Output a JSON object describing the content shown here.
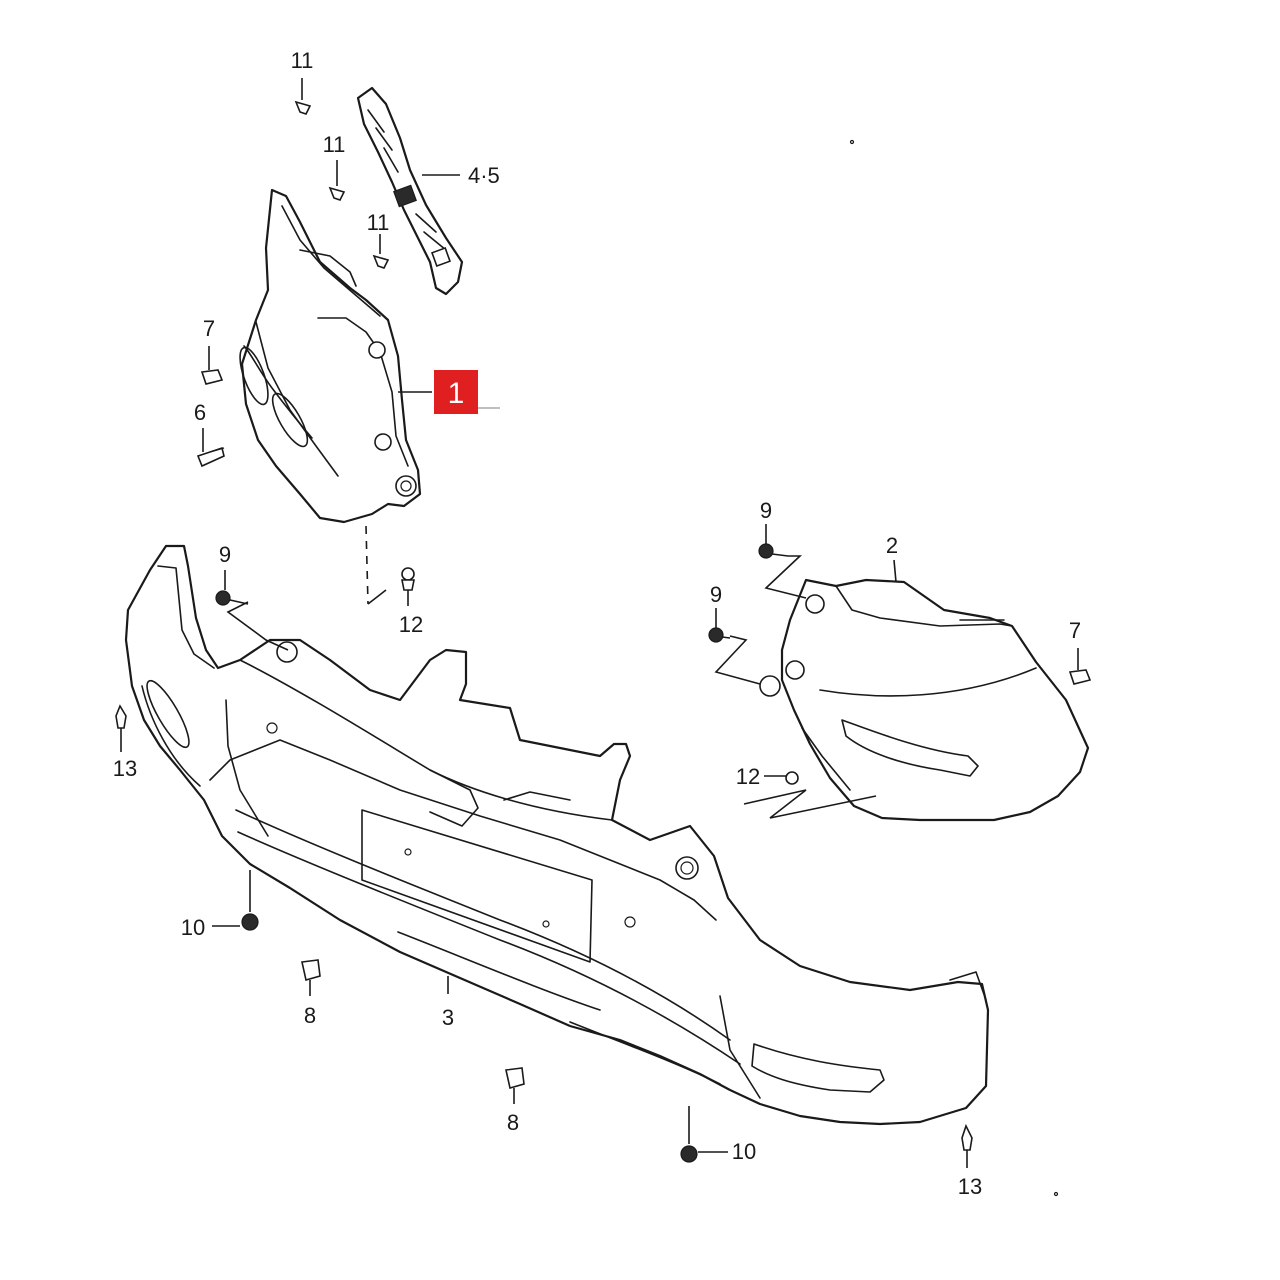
{
  "callouts": {
    "c11_a": "11",
    "c11_b": "11",
    "c11_c": "11",
    "c45": "4·5",
    "c7_left": "7",
    "c6": "6",
    "c1": "1",
    "c9_left": "9",
    "c12_left": "12",
    "c13_left": "13",
    "c9_right_a": "9",
    "c9_right_b": "9",
    "c2": "2",
    "c7_right": "7",
    "c12_right": "12",
    "c10_left": "10",
    "c8_a": "8",
    "c3": "3",
    "c8_b": "8",
    "c10_right": "10",
    "c13_right": "13"
  },
  "colors": {
    "line": "#1a1a1a",
    "highlight": "#e02020",
    "background": "#ffffff"
  }
}
